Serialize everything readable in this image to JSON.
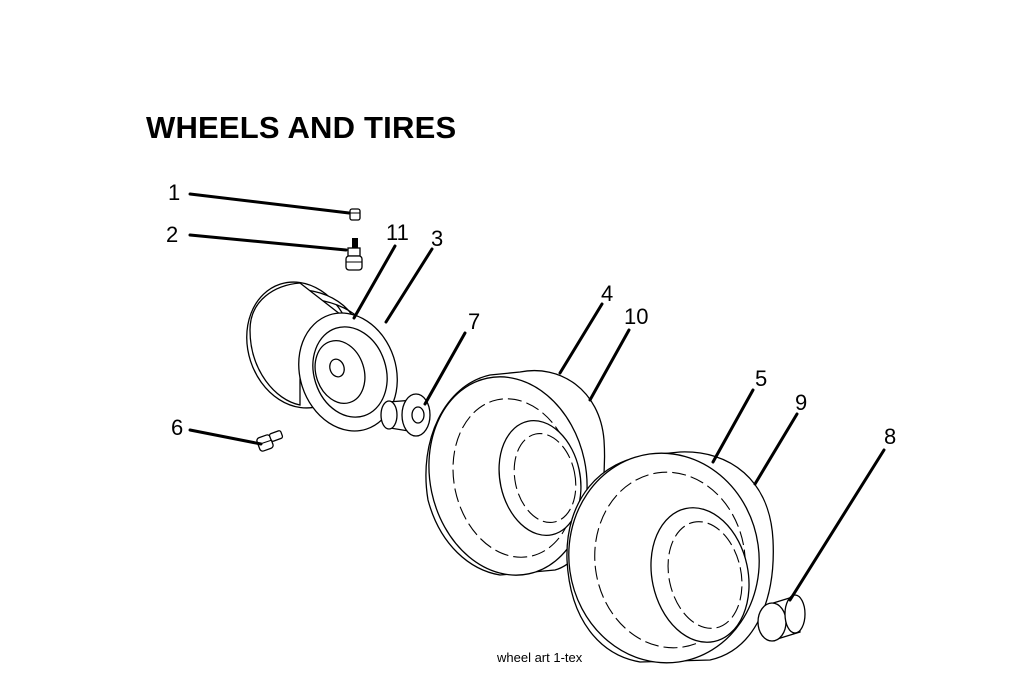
{
  "title": "WHEELS AND TIRES",
  "caption": "wheel art 1-tex",
  "callouts": {
    "c1": "1",
    "c2": "2",
    "c3": "3",
    "c4": "4",
    "c5": "5",
    "c6": "6",
    "c7": "7",
    "c8": "8",
    "c9": "9",
    "c10": "10",
    "c11": "11"
  },
  "parts": [
    "valve-cap",
    "valve-stem",
    "rim",
    "front-tire",
    "rear-tire",
    "lug-bolt",
    "bushing",
    "hub-cap"
  ]
}
